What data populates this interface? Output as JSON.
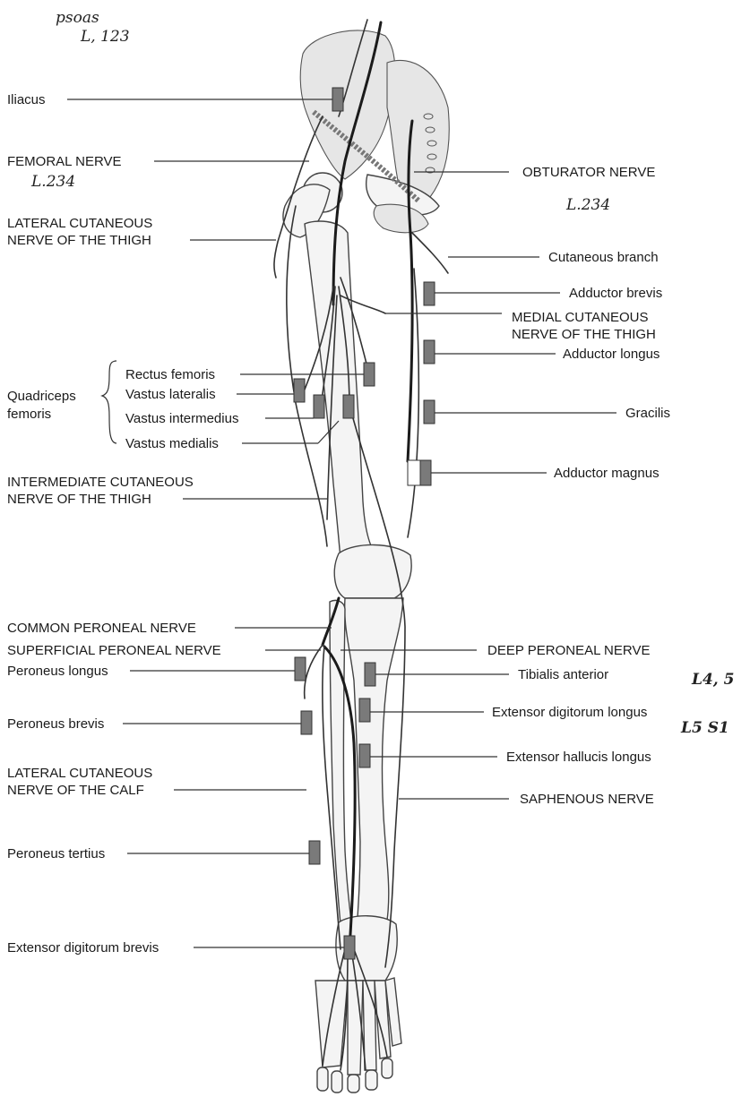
{
  "handwritten": {
    "top_left_line1": "psoas",
    "top_left_line2": "L, 123",
    "femoral_note": "L.234",
    "obturator_note": "L.234",
    "tibialis_note": "L4, 5",
    "edl_note": "L5 S1"
  },
  "left_labels": {
    "iliacus": "Iliacus",
    "femoral_nerve": "FEMORAL NERVE",
    "lcnt_line1": "LATERAL CUTANEOUS",
    "lcnt_line2": "NERVE OF THE THIGH",
    "quadriceps_line1": "Quadriceps",
    "quadriceps_line2": "femoris",
    "rectus_femoris": "Rectus femoris",
    "vastus_lateralis": "Vastus lateralis",
    "vastus_intermedius": "Vastus intermedius",
    "vastus_medialis": "Vastus medialis",
    "icnt_line1": "INTERMEDIATE CUTANEOUS",
    "icnt_line2": "NERVE OF THE THIGH",
    "common_peroneal": "COMMON PERONEAL NERVE",
    "superficial_peroneal": "SUPERFICIAL PERONEAL NERVE",
    "peroneus_longus": "Peroneus longus",
    "peroneus_brevis": "Peroneus brevis",
    "lccalf_line1": "LATERAL CUTANEOUS",
    "lccalf_line2": "NERVE OF THE CALF",
    "peroneus_tertius": "Peroneus tertius",
    "edb": "Extensor digitorum brevis"
  },
  "right_labels": {
    "obturator_nerve": "OBTURATOR NERVE",
    "cutaneous_branch": "Cutaneous branch",
    "adductor_brevis": "Adductor brevis",
    "mcnt_line1": "MEDIAL CUTANEOUS",
    "mcnt_line2": "NERVE OF THE THIGH",
    "adductor_longus": "Adductor longus",
    "gracilis": "Gracilis",
    "adductor_magnus": "Adductor magnus",
    "deep_peroneal": "DEEP PERONEAL NERVE",
    "tibialis_anterior": "Tibialis anterior",
    "edl": "Extensor digitorum longus",
    "ehl": "Extensor hallucis longus",
    "saphenous": "SAPHENOUS NERVE"
  },
  "colors": {
    "muscle_marker": "#7a7a7a",
    "nerve": "#1b1b1b",
    "bone_fill": "#f4f4f4"
  }
}
